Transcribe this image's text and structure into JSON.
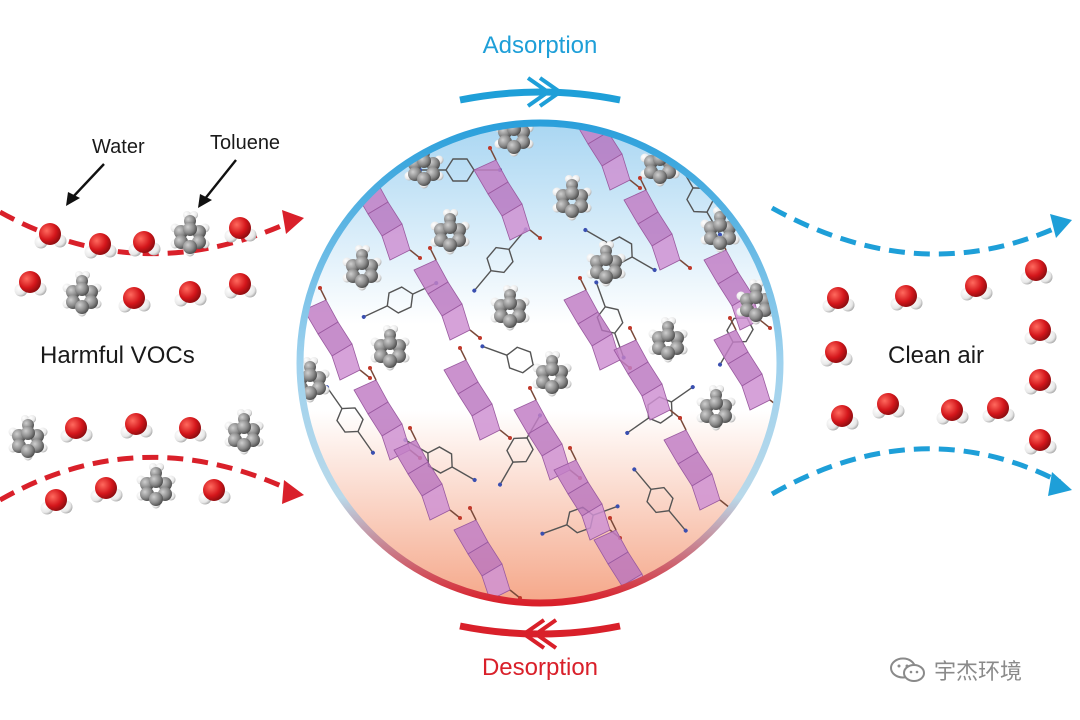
{
  "labels": {
    "adsorption": "Adsorption",
    "desorption": "Desorption",
    "harmful": "Harmful VOCs",
    "clean": "Clean air",
    "water": "Water",
    "toluene": "Toluene"
  },
  "watermark": {
    "text": "宇杰环境",
    "icon": "wechat-icon"
  },
  "colors": {
    "adsorption": "#1e9fd8",
    "desorption": "#d9202a",
    "framework": "#c486c8",
    "oxygen": "#d4161b",
    "hydrogen": "#f4f4f4",
    "carbon": "#8e8e8e"
  }
}
